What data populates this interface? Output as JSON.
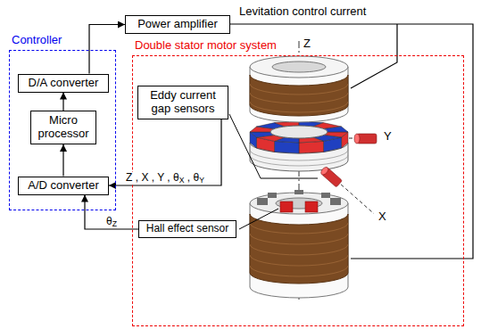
{
  "diagram": {
    "nodes": [
      {
        "text": [
          "Power amplifier"
        ]
      },
      {
        "text": [
          "Controller"
        ]
      },
      {
        "text": [
          "D/A converter"
        ],
        "in": 1
      },
      {
        "text": [
          "Micro processor"
        ],
        "in": 1
      },
      {
        "text": [
          "A/D converter"
        ],
        "in": 1
      },
      {
        "text": [
          "Double stator motor system"
        ]
      },
      {
        "text": [
          "Eddy current gap sensors"
        ],
        "in": 5
      },
      {
        "text": [
          "Hall effect sensor"
        ],
        "in": 5
      }
    ],
    "edges": [
      {
        "from": 2,
        "to": 0,
        "arrow": "to"
      },
      {
        "from": 4,
        "to": 3,
        "arrow": "to"
      },
      {
        "from": 3,
        "to": 2,
        "arrow": "to"
      },
      {
        "from": 6,
        "to": 4,
        "label": "Z , X , Y , θX , θY",
        "arrow": "to"
      },
      {
        "from": 7,
        "to": 4,
        "label": "θZ",
        "arrow": "to"
      }
    ],
    "labels": [
      "Levitation control current",
      "Z",
      "Y",
      "X"
    ]
  }
}
